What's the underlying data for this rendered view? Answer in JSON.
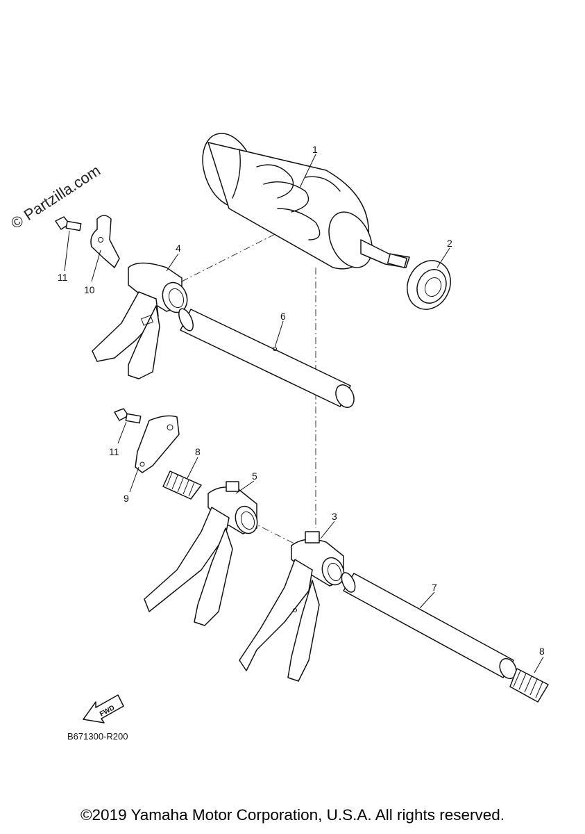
{
  "watermark": "© Partzilla.com",
  "drawing_code": "B671300-R200",
  "fwd_label": "FWD",
  "copyright": "©2019 Yamaha Motor Corporation, U.S.A. All rights reserved.",
  "callouts": {
    "c1": "1",
    "c2": "2",
    "c3": "3",
    "c4": "4",
    "c5": "5",
    "c6": "6",
    "c7": "7",
    "c8a": "8",
    "c8b": "8",
    "c9": "9",
    "c10": "10",
    "c11a": "11",
    "c11b": "11"
  }
}
